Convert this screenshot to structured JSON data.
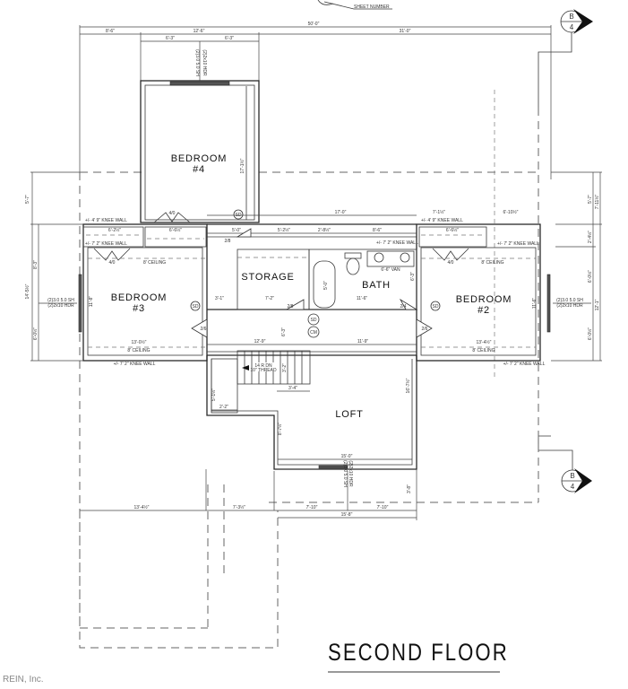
{
  "title": "SECOND FLOOR",
  "credit": "REIN, Inc.",
  "sheet_label": "SHEET NUMBER",
  "section_markers": [
    {
      "top": "B",
      "bottom": "4"
    },
    {
      "top": "B",
      "bottom": "4"
    }
  ],
  "rooms": {
    "bedroom4": {
      "name": "BEDROOM",
      "num": "#4"
    },
    "bedroom3": {
      "name": "BEDROOM",
      "num": "#3"
    },
    "bedroom2": {
      "name": "BEDROOM",
      "num": "#2"
    },
    "storage": {
      "name": "STORAGE"
    },
    "bath": {
      "name": "BATH"
    },
    "loft": {
      "name": "LOFT"
    }
  },
  "symbols": {
    "smoke_detector": "SD",
    "carbon_monoxide": "CM"
  },
  "dimensions": {
    "overall_width": "50'-0\"",
    "top_left": "8'-6\"",
    "top_mid": "12'-6\"",
    "top_right": "31'-0\"",
    "bed4_half_left": "6'-3\"",
    "bed4_half_right": "6'-3\"",
    "bed4_depth": "17'-1½\"",
    "left_upper": "5'-7\"",
    "left_total": "14'-5½\"",
    "left_mid": "8'-3\"",
    "left_lower": "6'-0½\"",
    "closet3": "6'-2½\"",
    "closet4": "6'-6½\"",
    "bed3_depth": "11'-8\"",
    "bed3_width": "13'-0½\"",
    "hall_left": "3'-1\"",
    "hall_top": "5'-0\"",
    "storage_top": "5'-2½\"",
    "tub_top": "2'-8½\"",
    "bath_top": "8'-6\"",
    "span_17": "17'-0\"",
    "storage_w": "7'-2\"",
    "bath_w": "11'-6\"",
    "tub_len": "5'-0\"",
    "bath_depth": "6'-3\"",
    "hall_depth": "6'-3\"",
    "van": "6'-6\" VAN",
    "closet2": "6'-6½\"",
    "right_a": "7'-1½\"",
    "right_b": "6'-10½\"",
    "right_upper": "5'-7\"",
    "right_top_total": "7'-11½\"",
    "right_closet": "2'-4½\"",
    "right_mid": "6'-0½\"",
    "right_total": "12'-1\"",
    "right_lower": "6'-0½\"",
    "bed2_depth": "11'-6\"",
    "bed2_width": "13'-4½\"",
    "loft_left": "12'-9\"",
    "loft_right": "11'-9\"",
    "stair_w": "3'-2\"",
    "stair_land": "3'-4\"",
    "stair_side": "2'-2\"",
    "hall_dn": "5'-1½\"",
    "loft_depth": "16'-7½\"",
    "loft_side": "8'-7½\"",
    "loft_width": "15'-0\"",
    "loft_bay": "3'-8\"",
    "bottom_a": "13'-4½\"",
    "bottom_b": "7'-3½\"",
    "bottom_c": "7'-10\"",
    "bottom_d": "7'-10\"",
    "bottom_total": "15'-8\""
  },
  "doors": {
    "d1": "2/6",
    "d2": "2/8",
    "d3": "2/8",
    "d4": "2/4",
    "d5": "2/6",
    "bifold": "4/0"
  },
  "notes": {
    "knee_4_9": "+/- 4' 9\" KNEE WALL",
    "knee_7_2": "+/- 7' 2\" KNEE WALL",
    "ceiling_8": "8' CEILING",
    "window_side_1": "(2)3.0 5.0 SH",
    "window_side_2": "(2)2x10 HDR",
    "stair_1": "14 R DN",
    "stair_2": "10\" THREAD"
  }
}
